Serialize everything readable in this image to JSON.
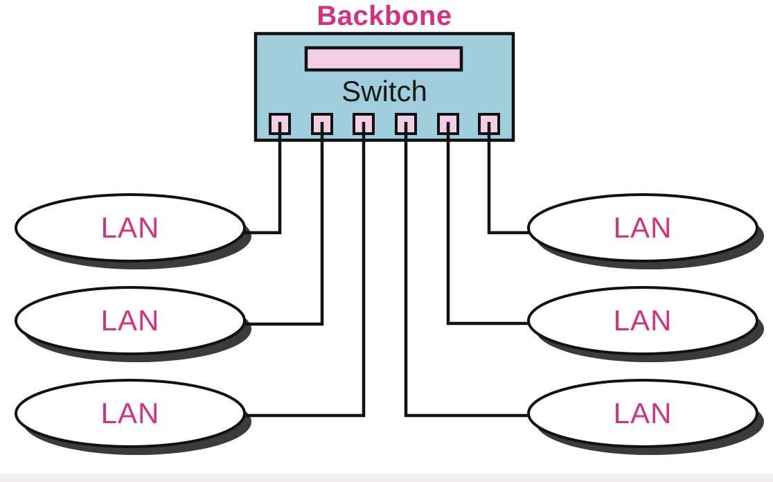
{
  "diagram": {
    "title": "Backbone",
    "switch": {
      "label": "Switch",
      "port_count": 6
    },
    "lans": {
      "left": [
        {
          "label": "LAN"
        },
        {
          "label": "LAN"
        },
        {
          "label": "LAN"
        }
      ],
      "right": [
        {
          "label": "LAN"
        },
        {
          "label": "LAN"
        },
        {
          "label": "LAN"
        }
      ]
    },
    "colors": {
      "label_pink": "#d6317f",
      "switch_fill": "#a1cedd",
      "pink_fill": "#f3cfe3",
      "text_black": "#1a1a1a",
      "shadow": "#3b3b3b",
      "line": "#111111",
      "node_fill": "#ffffff",
      "bottom_band": "#f0eeee"
    }
  }
}
